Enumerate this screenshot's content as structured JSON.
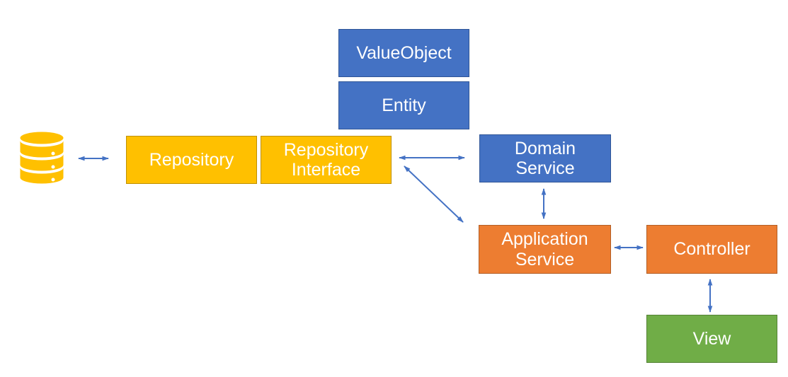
{
  "colors": {
    "arrow": "#4472C4",
    "gold_fill": "#FFC000",
    "gold_border": "#BF9000",
    "blue_fill": "#4472C4",
    "blue_border": "#2F5597",
    "orange_fill": "#ED7D31",
    "orange_border": "#B25E25",
    "green_fill": "#70AD47",
    "green_border": "#548235",
    "text": "#FFFFFF"
  },
  "diagram": {
    "title": "DDD layered architecture diagram",
    "nodes": [
      {
        "id": "database",
        "type": "icon",
        "icon": "database-icon",
        "label": "",
        "color": "gold"
      },
      {
        "id": "value_object",
        "label": "ValueObject",
        "color": "blue"
      },
      {
        "id": "entity",
        "label": "Entity",
        "color": "blue"
      },
      {
        "id": "repository",
        "label": "Repository",
        "color": "gold"
      },
      {
        "id": "repository_interface",
        "label": "Repository Interface",
        "color": "gold"
      },
      {
        "id": "domain_service",
        "label": "Domain Service",
        "color": "blue"
      },
      {
        "id": "application_service",
        "label": "Application Service",
        "color": "orange"
      },
      {
        "id": "controller",
        "label": "Controller",
        "color": "orange"
      },
      {
        "id": "view",
        "label": "View",
        "color": "green"
      }
    ],
    "connectors": [
      {
        "from": "database",
        "to": "repository",
        "bidirectional": true,
        "shape": "horizontal"
      },
      {
        "from": "repository_interface",
        "to": "domain_service",
        "bidirectional": true,
        "shape": "horizontal"
      },
      {
        "from": "repository_interface",
        "to": "application_service",
        "bidirectional": true,
        "shape": "diagonal"
      },
      {
        "from": "domain_service",
        "to": "application_service",
        "bidirectional": true,
        "shape": "vertical"
      },
      {
        "from": "application_service",
        "to": "controller",
        "bidirectional": true,
        "shape": "horizontal"
      },
      {
        "from": "controller",
        "to": "view",
        "bidirectional": true,
        "shape": "vertical"
      }
    ]
  }
}
